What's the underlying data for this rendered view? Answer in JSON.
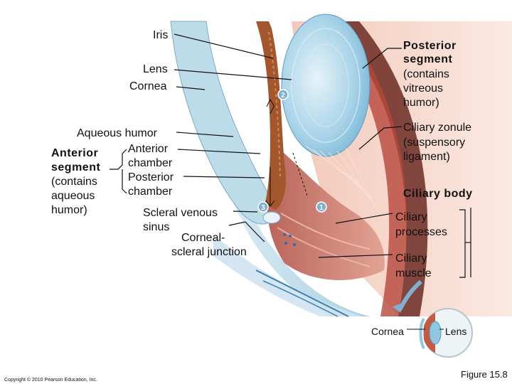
{
  "labels": {
    "iris": "Iris",
    "lens": "Lens",
    "cornea": "Cornea",
    "aqueous_humor": "Aqueous humor",
    "anterior_segment": [
      "Anterior",
      "segment",
      "(contains",
      "aqueous",
      "humor)"
    ],
    "anterior_chamber": [
      "Anterior",
      "chamber"
    ],
    "posterior_chamber": [
      "Posterior",
      "chamber"
    ],
    "scleral_venous_sinus": [
      "Scleral venous",
      "sinus"
    ],
    "corneal_scleral_junction": [
      "Corneal-",
      "scleral junction"
    ],
    "posterior_segment": [
      "Posterior",
      "segment"
    ],
    "posterior_segment_note": [
      "(contains",
      "vitreous",
      "humor)"
    ],
    "ciliary_zonule": [
      "Ciliary zonule",
      "(suspensory",
      "ligament)"
    ],
    "ciliary_body": "Ciliary body",
    "ciliary_processes": [
      "Ciliary",
      "processes"
    ],
    "ciliary_muscle": [
      "Ciliary",
      "muscle"
    ],
    "inset_cornea": "Cornea",
    "inset_lens": "Lens"
  },
  "step_markers": [
    "1",
    "2",
    "3"
  ],
  "copyright": "Copyright © 2010 Pearson Education, Inc.",
  "figure_label": "Figure 15.8",
  "colors": {
    "cornea": "#c9e4ef",
    "lens": "#8fc6e0",
    "iris": "#a4562d",
    "ciliary_body": "#c97a6a",
    "sclera": "#dfe7ee",
    "vitreous": "#f4d9cf",
    "marker": "#7fb0cf",
    "leader": "#111111"
  }
}
